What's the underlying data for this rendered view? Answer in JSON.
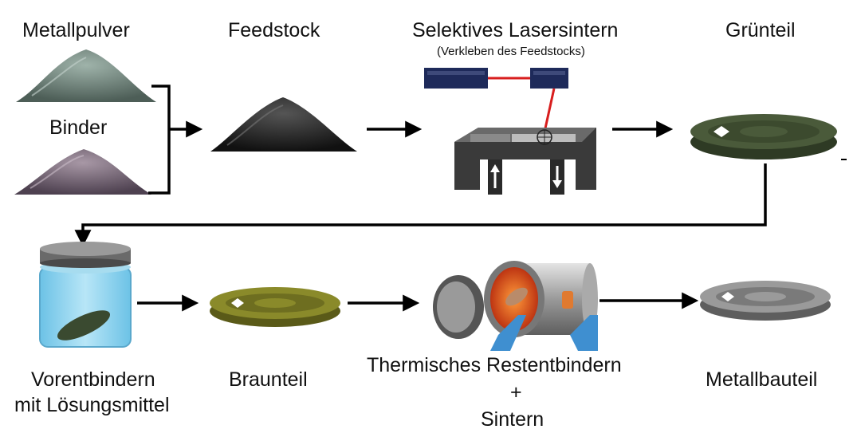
{
  "labels": {
    "metallpulver": "Metallpulver",
    "binder": "Binder",
    "feedstock": "Feedstock",
    "sls": "Selektives Lasersintern",
    "sls_sub": "(Verkleben des Feedstocks)",
    "gruenteil": "Grünteil",
    "vorentbindern_1": "Vorentbindern",
    "vorentbindern_2": "mit Lösungsmittel",
    "braunteil": "Braunteil",
    "thermisch_1": "Thermisches Restentbindern",
    "thermisch_plus": "+",
    "thermisch_2": "Sintern",
    "metallbauteil": "Metallbauteil"
  },
  "colors": {
    "metal_powder": "#6f857c",
    "binder_powder": "#7a6a78",
    "feedstock": "#2b2b2b",
    "green_part": "#4a5a3a",
    "brown_part": "#8a8a2a",
    "metal_part": "#8c8c8c",
    "laser": "#d81e1e",
    "laser_unit": "#1e2a5a",
    "solvent": "#8fd3ef",
    "oven_stand": "#3f8fd0",
    "oven_glow": "#e0401a"
  }
}
